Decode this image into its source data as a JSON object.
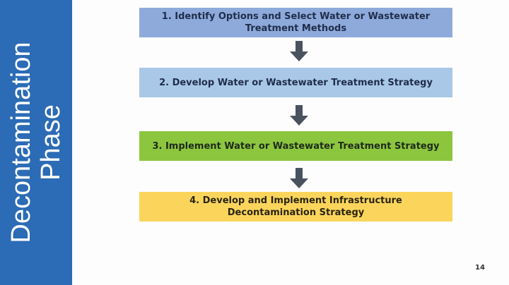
{
  "sidebar": {
    "title_line1": "Decontamination",
    "title_line2": "Phase",
    "color": "#2c6bb5"
  },
  "steps": [
    {
      "label": "1. Identify Options and Select Water or Wastewater Treatment Methods",
      "color": "#8eaadb",
      "text_color": "#1f2d4a"
    },
    {
      "label": "2. Develop Water or Wastewater Treatment Strategy",
      "color": "#a9c8e8",
      "text_color": "#1f2d4a"
    },
    {
      "label": "3. Implement Water or Wastewater Treatment Strategy",
      "color": "#8cc63f",
      "text_color": "#1e2a1a"
    },
    {
      "label": "4. Develop and Implement Infrastructure Decontamination Strategy",
      "color": "#fbd55b",
      "text_color": "#2a2410"
    }
  ],
  "arrow_color": "#4a5260",
  "page_number": "14"
}
